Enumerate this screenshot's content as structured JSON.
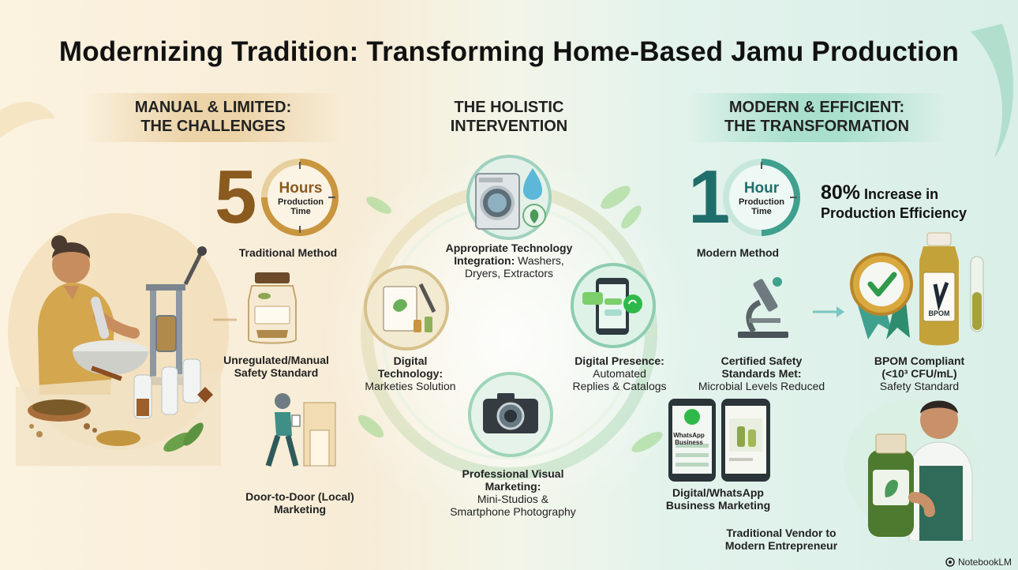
{
  "title": "Modernizing Tradition: Transforming Home-Based Jamu Production",
  "sections": {
    "left": {
      "line1": "MANUAL & LIMITED:",
      "line2": "THE CHALLENGES"
    },
    "center": {
      "line1": "THE HOLISTIC",
      "line2": "INTERVENTION"
    },
    "right": {
      "line1": "MODERN & EFFICIENT:",
      "line2": "THE TRANSFORMATION"
    }
  },
  "left": {
    "timer": {
      "number": "5",
      "unit": "Hours",
      "sub1": "Production",
      "sub2": "Time",
      "caption": "Traditional Method"
    },
    "safety": {
      "line1": "Unregulated/Manual",
      "line2": "Safety Standard"
    },
    "marketing": {
      "line1": "Door-to-Door (Local)",
      "line2": "Marketing"
    }
  },
  "center": {
    "tech": {
      "bold1": "Appropriate Technology",
      "bold2": "Integration:",
      "rest2": " Washers,",
      "line3": "Dryers, Extractors"
    },
    "digital_tech": {
      "bold1": "Digital",
      "bold2": "Technology:",
      "line3": "Marketies Solution"
    },
    "presence": {
      "bold1": "Digital Presence:",
      "line2": "Automated",
      "line3": "Replies & Catalogs"
    },
    "visual": {
      "bold1": "Professional Visual",
      "bold2": "Marketing:",
      "line3": "Mini-Studios &",
      "line4": "Smartphone Photography"
    }
  },
  "right": {
    "timer": {
      "number": "1",
      "unit": "Hour",
      "sub1": "Production",
      "sub2": "Time",
      "caption": "Modern Method"
    },
    "efficiency": {
      "pct": "80%",
      "rest": " Increase in",
      "line2": "Production Efficiency"
    },
    "certified": {
      "bold1": "Certified Safety",
      "bold2": "Standards Met:",
      "line3": "Microbial Levels Reduced"
    },
    "bpom": {
      "bold1": "BPOM Compliant",
      "bold2": "(<10³ CFU/mL)",
      "line3": "Safety Standard",
      "label": "BPOM"
    },
    "whatsapp": {
      "bold1": "Digital/WhatsApp",
      "bold2": "Business Marketing",
      "screen1": "WhatsApp",
      "screen2": "Business"
    },
    "vendor": {
      "line1": "Traditional Vendor to",
      "line2": "Modern Entrepreneur"
    }
  },
  "brand": "NotebookLM",
  "colors": {
    "left_accent": "#8a5a1e",
    "gold": "#c9953f",
    "teal": "#1f6e6b",
    "teal_light": "#63b8a8",
    "green": "#2e7d4a"
  }
}
